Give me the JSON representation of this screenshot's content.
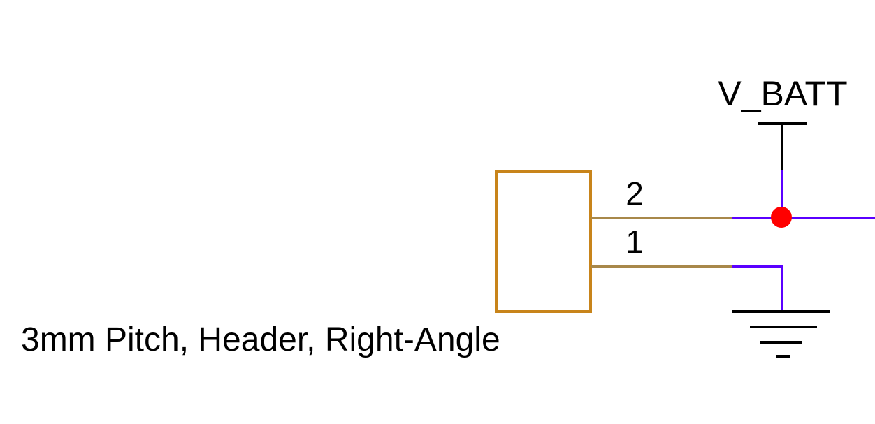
{
  "net_label": "V_BATT",
  "connector": {
    "description": "3mm Pitch, Header, Right-Angle",
    "pins": [
      {
        "number": "2"
      },
      {
        "number": "1"
      }
    ]
  },
  "colors": {
    "background": "#ffffff",
    "component_outline": "#c8841a",
    "pin_line": "#a8884a",
    "wire": "#5a00ff",
    "power_symbol": "#000000",
    "junction": "#ff0000",
    "text": "#000000"
  }
}
